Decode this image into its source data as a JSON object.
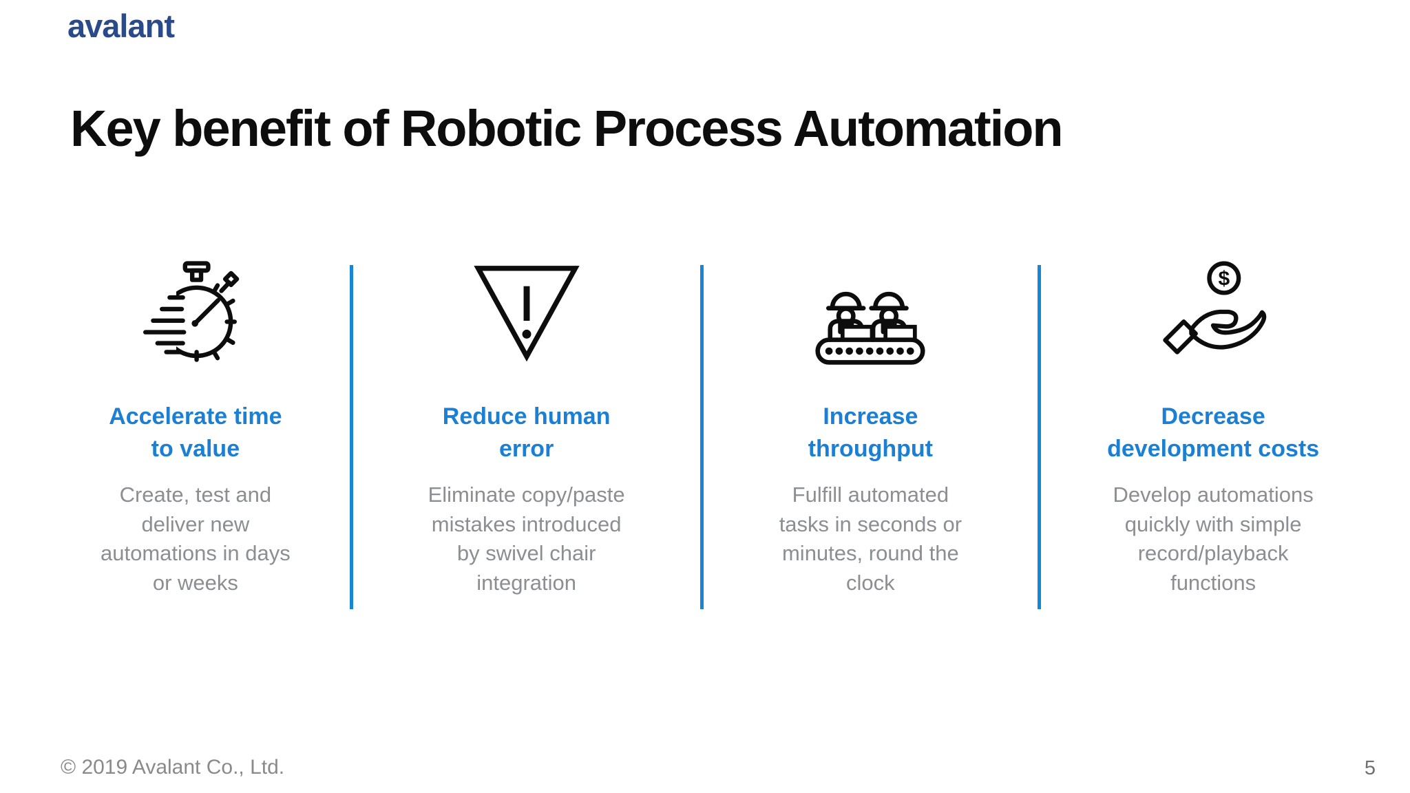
{
  "brand": {
    "logo_text": "avalant"
  },
  "title": "Key benefit of Robotic Process Automation",
  "columns": [
    {
      "icon": "stopwatch-icon",
      "heading": "Accelerate time\nto value",
      "body": "Create, test and\ndeliver new\nautomations in days\nor weeks"
    },
    {
      "icon": "warning-triangle-icon",
      "heading": "Reduce human\nerror",
      "body": "Eliminate copy/paste\nmistakes introduced\nby swivel chair\nintegration"
    },
    {
      "icon": "assembly-line-workers-icon",
      "heading": "Increase\nthroughput",
      "body": "Fulfill automated\ntasks in seconds or\nminutes, round the\nclock"
    },
    {
      "icon": "hand-receiving-dollar-icon",
      "heading": "Decrease\ndevelopment costs",
      "body": "Develop automations\nquickly with simple\nrecord/playback\nfunctions"
    }
  ],
  "footer": {
    "copyright": "© 2019 Avalant Co., Ltd.",
    "page_number": "5"
  },
  "colors": {
    "heading_blue": "#1b7fd4",
    "divider_blue": "#1787d5",
    "logo_navy": "#2b4a8a",
    "body_gray": "#8b8e92",
    "title_black": "#0d0d0d"
  }
}
